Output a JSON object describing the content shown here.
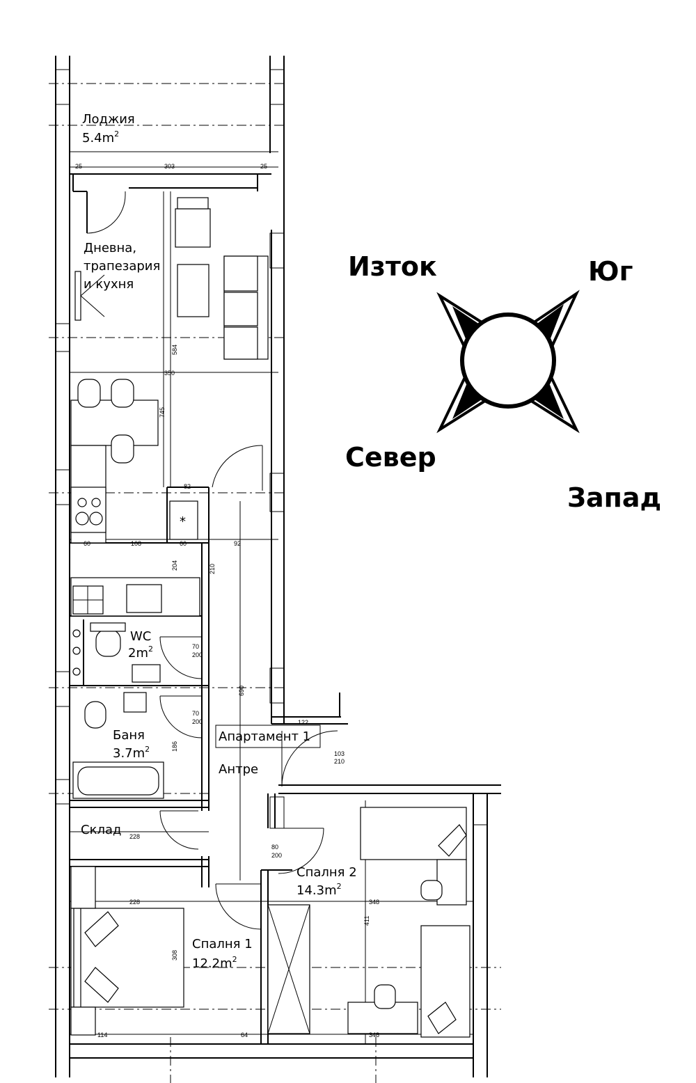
{
  "rooms": {
    "loggia": {
      "name": "Лоджия",
      "area": "5.4m",
      "sup": "2"
    },
    "living_l1": "Дневна,",
    "living_l2": "трапезария",
    "living_l3": "и кухня",
    "wc": {
      "name": "WC",
      "area": "2m",
      "sup": "2"
    },
    "bath": {
      "name": "Баня",
      "area": "3.7m",
      "sup": "2"
    },
    "apartment": "Апартамент 1",
    "hall": "Антре",
    "storage": "Склад",
    "bedroom1": {
      "name": "Спалня 1",
      "area": "12.2m",
      "sup": "2"
    },
    "bedroom2": {
      "name": "Спалня 2",
      "area": "14.3m",
      "sup": "2"
    }
  },
  "compass": {
    "east": "Изток",
    "south": "Юг",
    "north": "Север",
    "west": "Запад"
  },
  "dimensions": {
    "d_303": "303",
    "d_25a": "25",
    "d_25b": "25",
    "d_350": "350",
    "d_745": "745",
    "d_584": "584",
    "d_82": "82",
    "d_60a": "60",
    "d_108": "108",
    "d_60b": "60",
    "d_92": "92",
    "d_204": "204",
    "d_210": "210",
    "d_122": "122",
    "d_103": "103",
    "d_103b": "210",
    "d_70a": "70",
    "d_200a": "200",
    "d_70b": "70",
    "d_200b": "200",
    "d_228a": "228",
    "d_228b": "228",
    "d_114": "114",
    "d_64": "64",
    "d_348a": "348",
    "d_348b": "348",
    "d_308": "308",
    "d_411": "411",
    "d_186": "186",
    "d_690": "690",
    "d_80": "80",
    "d_200c": "200"
  }
}
